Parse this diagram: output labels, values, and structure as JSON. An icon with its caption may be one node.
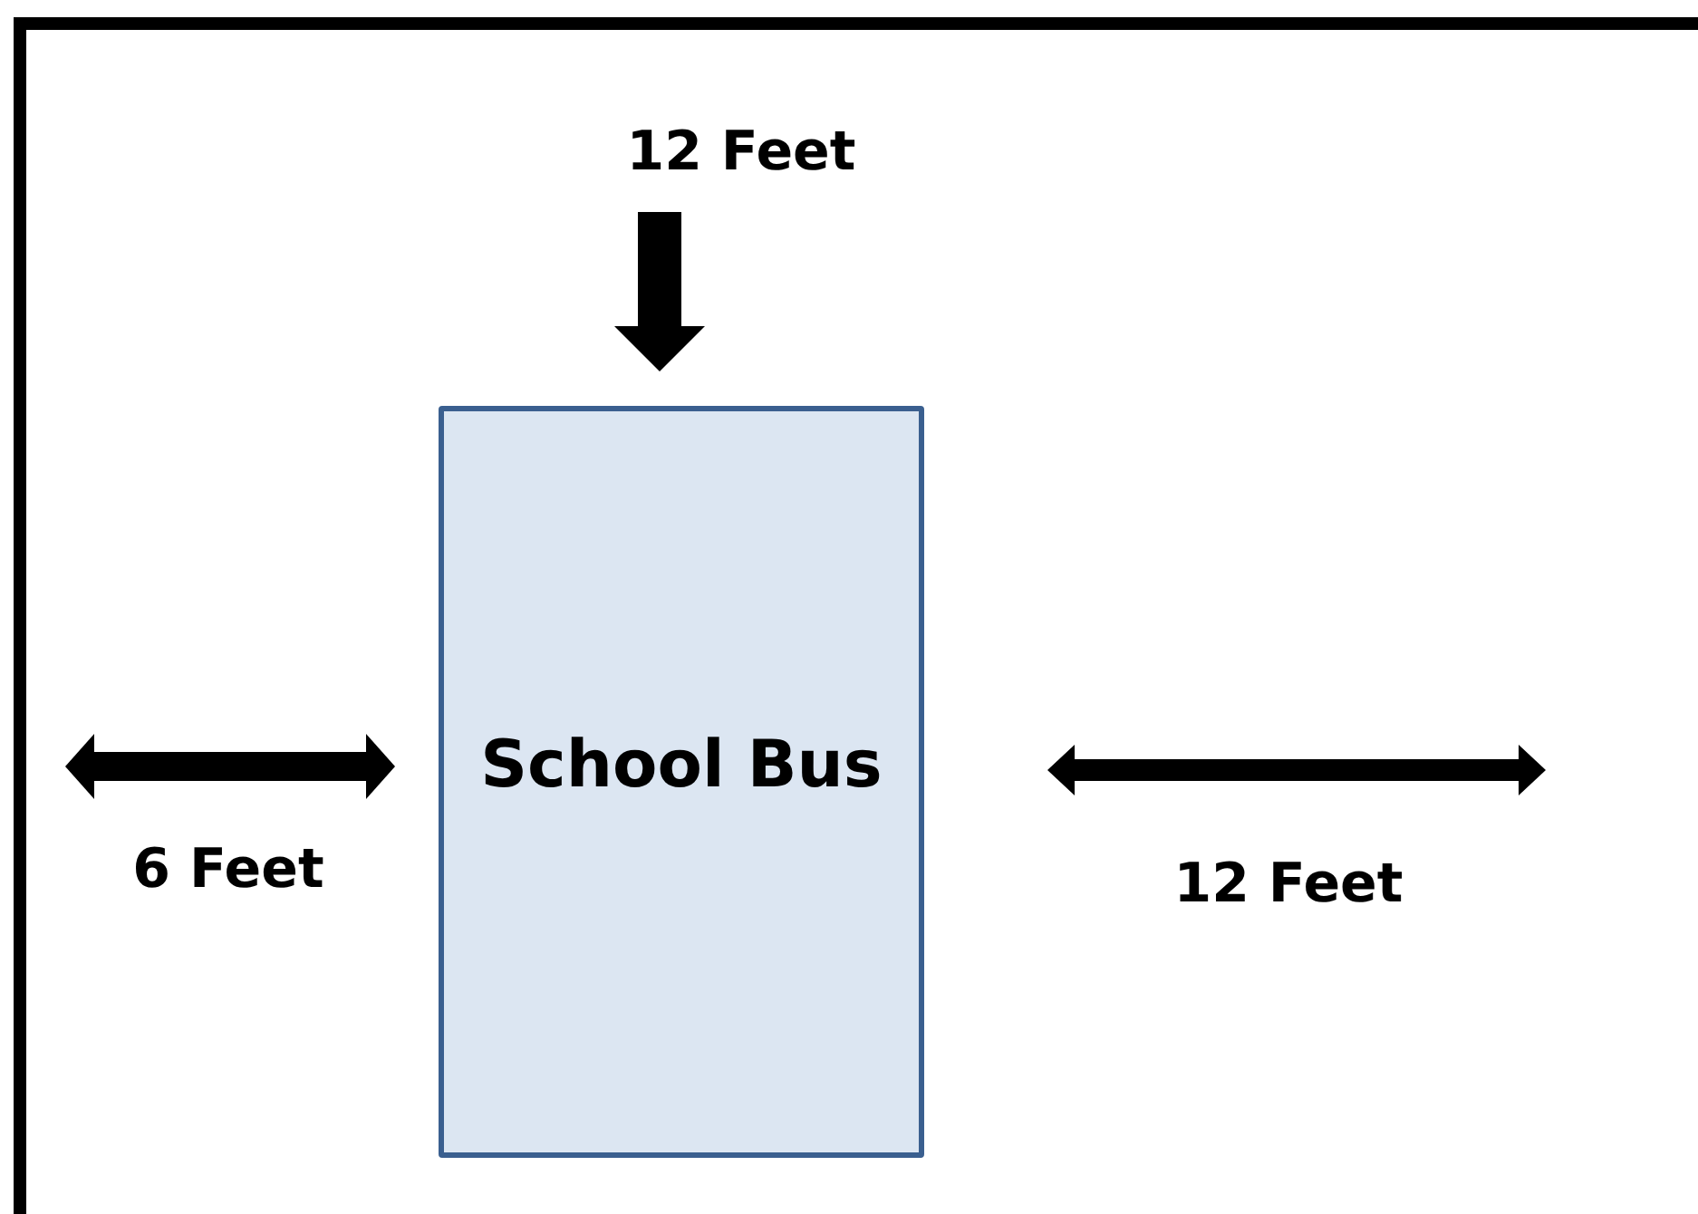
{
  "diagram": {
    "nodes": [
      {
        "text": [
          "School Bus"
        ]
      }
    ],
    "labels": [
      "12 Feet",
      "6 Feet",
      "12 Feet"
    ]
  }
}
